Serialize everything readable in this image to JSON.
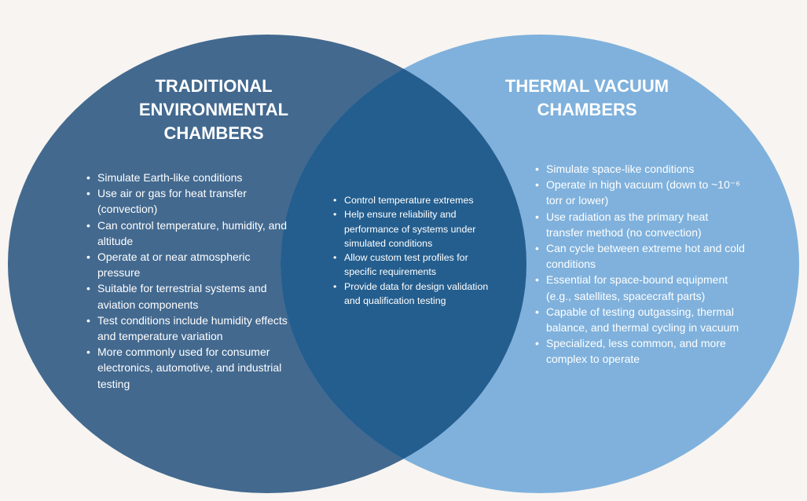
{
  "colors": {
    "background": "#f7f4f1",
    "left_circle": "#43698f",
    "right_circle": "#7fb1dc",
    "overlap": "#245e8e",
    "text": "#ffffff"
  },
  "left": {
    "title_lines": [
      "TRADITIONAL",
      "ENVIRONMENTAL",
      "CHAMBERS"
    ],
    "items": [
      "Simulate Earth-like conditions",
      "Use air or gas for heat transfer (convection)",
      "Can control temperature, humidity, and altitude",
      "Operate at or near atmospheric pressure",
      "Suitable for terrestrial systems and aviation components",
      "Test conditions include humidity effects and temperature variation",
      "More commonly used for consumer electronics, automotive, and industrial testing"
    ]
  },
  "center": {
    "items": [
      "Control temperature extremes",
      "Help ensure reliability and performance of systems under simulated conditions",
      "Allow custom test profiles for specific requirements",
      "Provide data for design validation and qualification testing"
    ]
  },
  "right": {
    "title_lines": [
      "THERMAL VACUUM",
      "CHAMBERS"
    ],
    "items": [
      "Simulate space-like conditions",
      "Operate in high vacuum (down to ~10⁻⁶ torr or lower)",
      "Use radiation as the primary heat transfer method (no convection)",
      "Can cycle between extreme hot and cold conditions",
      "Essential for space-bound equipment (e.g., satellites, spacecraft parts)",
      "Capable of testing outgassing, thermal balance, and thermal cycling in vacuum",
      "Specialized, less common, and more complex to operate"
    ]
  }
}
